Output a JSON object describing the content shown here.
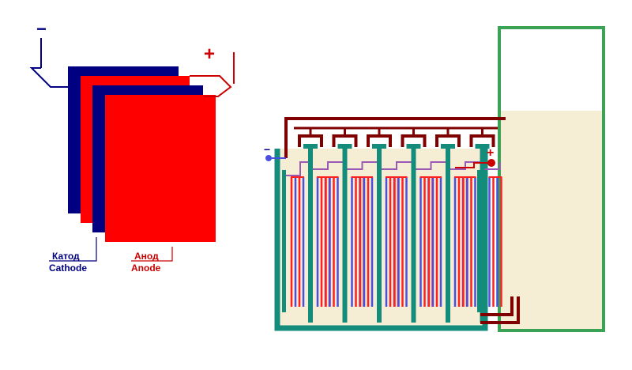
{
  "labels": {
    "minus_sign": "−",
    "plus_sign": "+",
    "cathode_ru": "Катод",
    "cathode_en": "Cathode",
    "anode_ru": "Анод",
    "anode_en": "Anode"
  },
  "colors": {
    "cathode": "#000080",
    "anode": "#ff0000",
    "bus_bar": "#800000",
    "tank": "#138c7c",
    "tank_inner": "#f5eed4",
    "reservoir": "#3aa356",
    "reservoir_fill": "#f5eed4",
    "cathode_bus": "#9b59b6",
    "cathode_rod": "#4b4fe0",
    "anode_rod": "#ff2020"
  },
  "cells": 6
}
